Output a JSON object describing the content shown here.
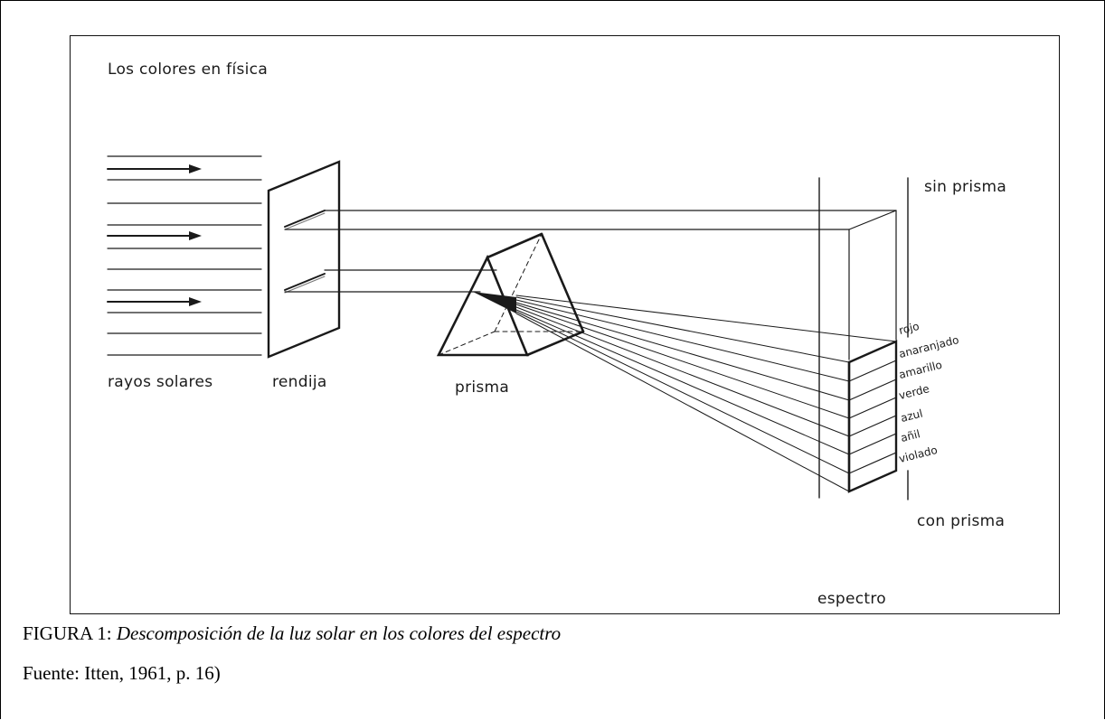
{
  "diagram": {
    "title": "Los colores en física",
    "labels": {
      "sun_rays": "rayos solares",
      "slit": "rendija",
      "prism": "prisma",
      "without_prism": "sin prisma",
      "with_prism": "con prisma",
      "spectrum": "espectro"
    },
    "spectrum_colors": [
      "rojo",
      "anaranjado",
      "amarillo",
      "verde",
      "azul",
      "añil",
      "violado"
    ]
  },
  "caption": {
    "figure_label": "FIGURA 1:",
    "figure_title": "Descomposición de la luz solar en los colores del espectro",
    "source": "Fuente: Itten, 1961, p. 16)"
  }
}
